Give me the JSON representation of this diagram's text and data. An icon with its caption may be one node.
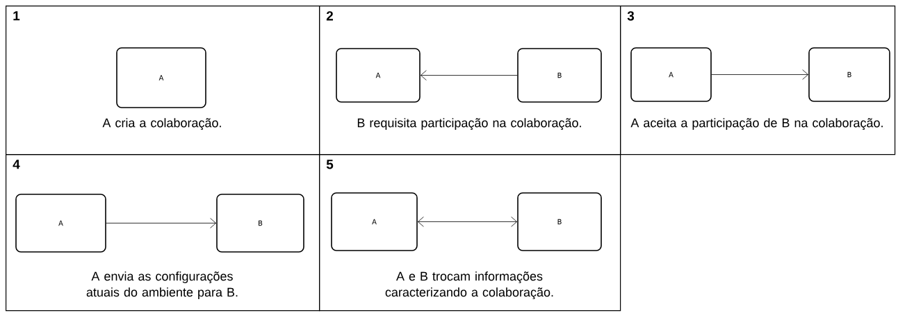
{
  "diagram": {
    "nodes": [
      {
        "text": [
          "1",
          "A cria a colaboração."
        ]
      },
      {
        "text": [
          "A"
        ],
        "in": 0
      },
      {
        "text": [
          "2",
          "B requisita participação na colaboração."
        ]
      },
      {
        "text": [
          "A"
        ],
        "in": 2
      },
      {
        "text": [
          "B"
        ],
        "in": 2
      },
      {
        "text": [
          "3",
          "A aceita a participação de B na colaboração."
        ]
      },
      {
        "text": [
          "A"
        ],
        "in": 5
      },
      {
        "text": [
          "B"
        ],
        "in": 5
      },
      {
        "text": [
          "4",
          "A envia as configurações atuais do ambiente para B."
        ]
      },
      {
        "text": [
          "A"
        ],
        "in": 8
      },
      {
        "text": [
          "B"
        ],
        "in": 8
      },
      {
        "text": [
          "5",
          "A e B trocam informações caracterizando a colaboração."
        ]
      },
      {
        "text": [
          "A"
        ],
        "in": 11
      },
      {
        "text": [
          "B"
        ],
        "in": 11
      }
    ],
    "edges": [
      {
        "from": 4,
        "to": 3,
        "arrow": "to"
      },
      {
        "from": 6,
        "to": 7,
        "arrow": "to"
      },
      {
        "from": 9,
        "to": 10,
        "arrow": "to"
      },
      {
        "from": 12,
        "to": 13,
        "arrow": "both"
      }
    ]
  }
}
